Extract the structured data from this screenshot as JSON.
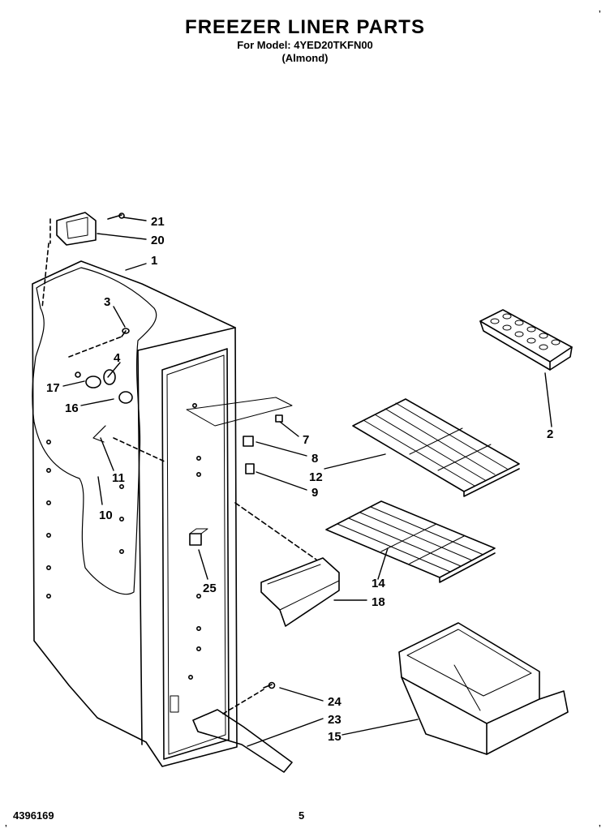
{
  "header": {
    "title": "FREEZER LINER PARTS",
    "model_line": "For Model: 4YED20TKFN00",
    "color_line": "(Almond)"
  },
  "footer": {
    "part_number": "4396169",
    "page_number": "5"
  },
  "callouts": [
    "21",
    "20",
    "1",
    "3",
    "4",
    "17",
    "16",
    "11",
    "10",
    "7",
    "8",
    "12",
    "9",
    "2",
    "25",
    "14",
    "18",
    "24",
    "23",
    "15"
  ]
}
